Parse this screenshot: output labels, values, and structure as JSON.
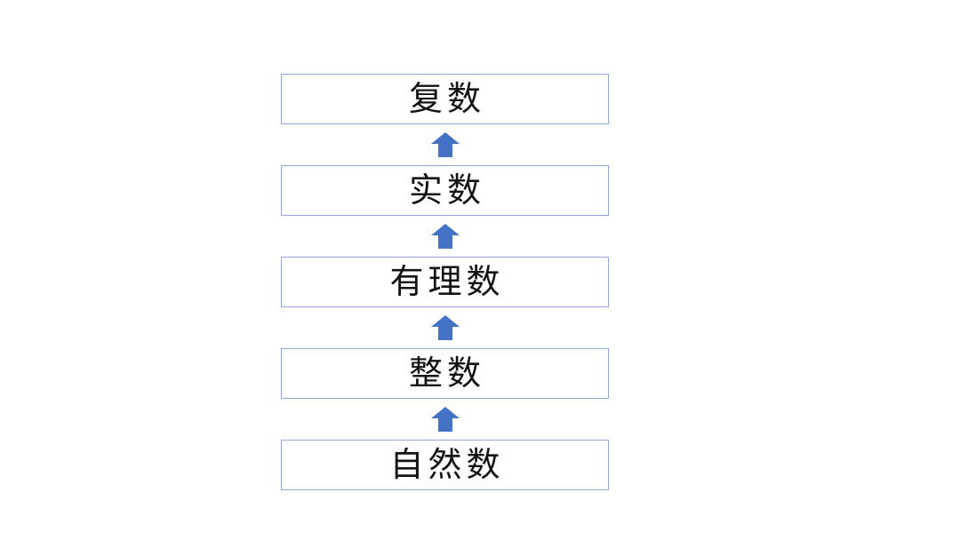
{
  "diagram": {
    "description": "Vertical hierarchy of number systems, each level pointing up to the superset above it",
    "arrow_color": "#4472C4",
    "box_border_color": "#8FAADC",
    "levels": [
      {
        "label": "复数"
      },
      {
        "label": "实数"
      },
      {
        "label": "有理数"
      },
      {
        "label": "整数"
      },
      {
        "label": "自然数"
      }
    ]
  }
}
